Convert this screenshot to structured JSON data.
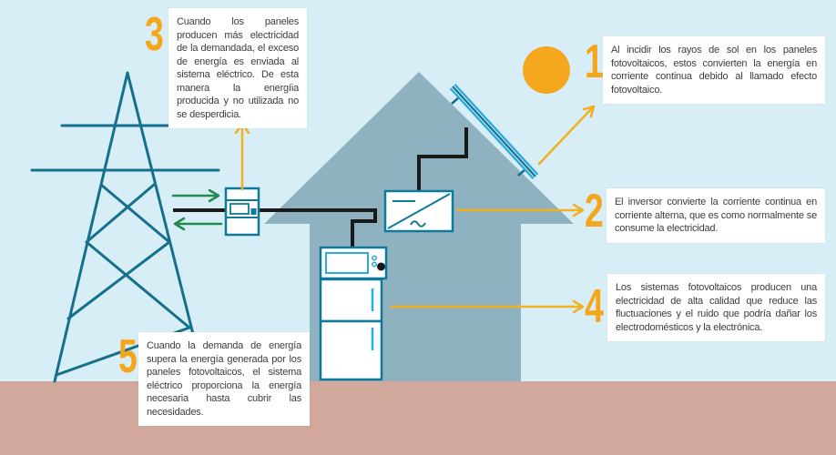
{
  "infographic": {
    "subject": "solar-photovoltaic-home-energy-flow",
    "steps": [
      {
        "num": "1",
        "text": "Al incidir los rayos de sol en los paneles fotovoltaicos, estos convierten la energía en corriente continua debido al llamado efecto fotovoltaico."
      },
      {
        "num": "2",
        "text": "El inversor convierte la corriente continua en corriente alterna, que es como normalmente se consume la electricidad."
      },
      {
        "num": "3",
        "text": "Cuando los paneles producen más electricidad de la demandada, el exceso de energía es enviada al sistema eléctrico. De esta manera la energíia producida y no utilizada no se desperdicia."
      },
      {
        "num": "4",
        "text": "Los sistemas fotovoltaicos producen una electricidad de alta calidad que reduce las fluctuaciones y el ruido que podría dañar los electrodomésticos y la electrónica."
      },
      {
        "num": "5",
        "text": "Cuando la demanda de energía supera la energía generada por los paneles fotovoltaicos, el sistema eléctrico proporciona la energía necesaria hasta cubrir las necesidades."
      }
    ],
    "icons": [
      {
        "name": "sun-icon",
        "shape": "filled-circle"
      },
      {
        "name": "transmission-tower-icon",
        "shape": "lattice-pylon-lines"
      },
      {
        "name": "house-icon",
        "shape": "house-silhouette"
      },
      {
        "name": "solar-panel-icon",
        "shape": "diagonal-panel-on-roof"
      },
      {
        "name": "inverter-icon",
        "shape": "box-with-diagonal-and-sine"
      },
      {
        "name": "power-meter-icon",
        "shape": "box-with-display"
      },
      {
        "name": "microwave-icon",
        "shape": "box-with-screen-and-knobs"
      },
      {
        "name": "refrigerator-icon",
        "shape": "two-stacked-doors"
      },
      {
        "name": "grid-import-arrow-icon",
        "shape": "green-arrow-right"
      },
      {
        "name": "grid-export-arrow-icon",
        "shape": "green-arrow-left"
      },
      {
        "name": "step-pointer-arrow-icon",
        "shape": "amber-open-arrow"
      }
    ],
    "colors": {
      "sky": "#d8eef6",
      "ground": "#d2a89d",
      "house": "#8fb2c1",
      "teal_dark": "#15708e",
      "device_border": "#0e7a99",
      "light_blue": "#29abe2",
      "green": "#1f8b51",
      "wire_black": "#1a1a1a",
      "amber_arrow": "#f2b01e",
      "orange_accent": "#f5a71c",
      "text": "#3c3c3c",
      "box_bg": "#ffffff"
    }
  }
}
